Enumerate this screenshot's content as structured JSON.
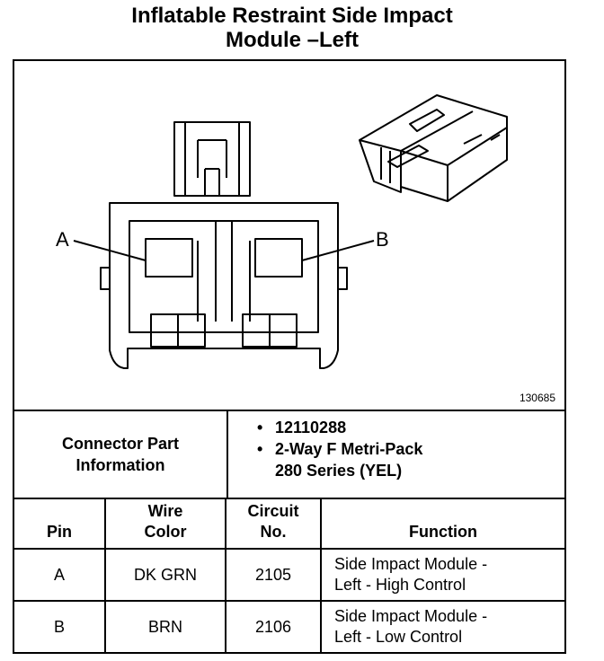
{
  "title": {
    "line1": "Inflatable Restraint Side Impact",
    "line2": "Module –Left"
  },
  "figure": {
    "number": "130685",
    "pin_a": "A",
    "pin_b": "B"
  },
  "connector_info": {
    "label_line1": "Connector Part",
    "label_line2": "Information",
    "part_number": "12110288",
    "desc_line1": "2-Way F Metri-Pack",
    "desc_line2": "280 Series (YEL)"
  },
  "table": {
    "headers": {
      "pin": "Pin",
      "wire_line1": "Wire",
      "wire_line2": "Color",
      "circuit_line1": "Circuit",
      "circuit_line2": "No.",
      "function": "Function"
    },
    "rows": [
      {
        "pin": "A",
        "wire": "DK GRN",
        "circuit": "2105",
        "func_line1": "Side Impact Module -",
        "func_line2": "Left - High Control"
      },
      {
        "pin": "B",
        "wire": "BRN",
        "circuit": "2106",
        "func_line1": "Side Impact Module -",
        "func_line2": "Left - Low Control"
      }
    ]
  }
}
